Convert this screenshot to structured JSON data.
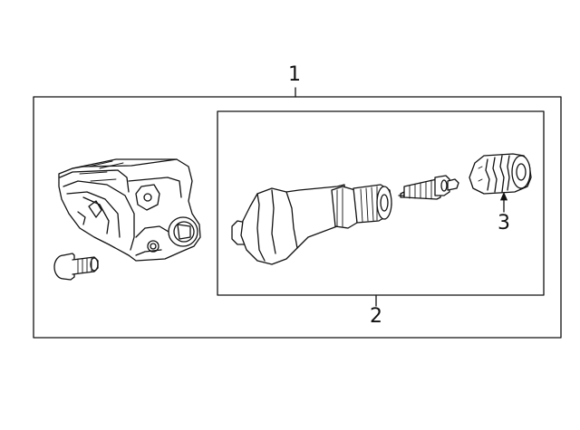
{
  "diagram": {
    "callouts": {
      "assembly": "1",
      "sub_assembly": "2",
      "cap": "3"
    }
  }
}
